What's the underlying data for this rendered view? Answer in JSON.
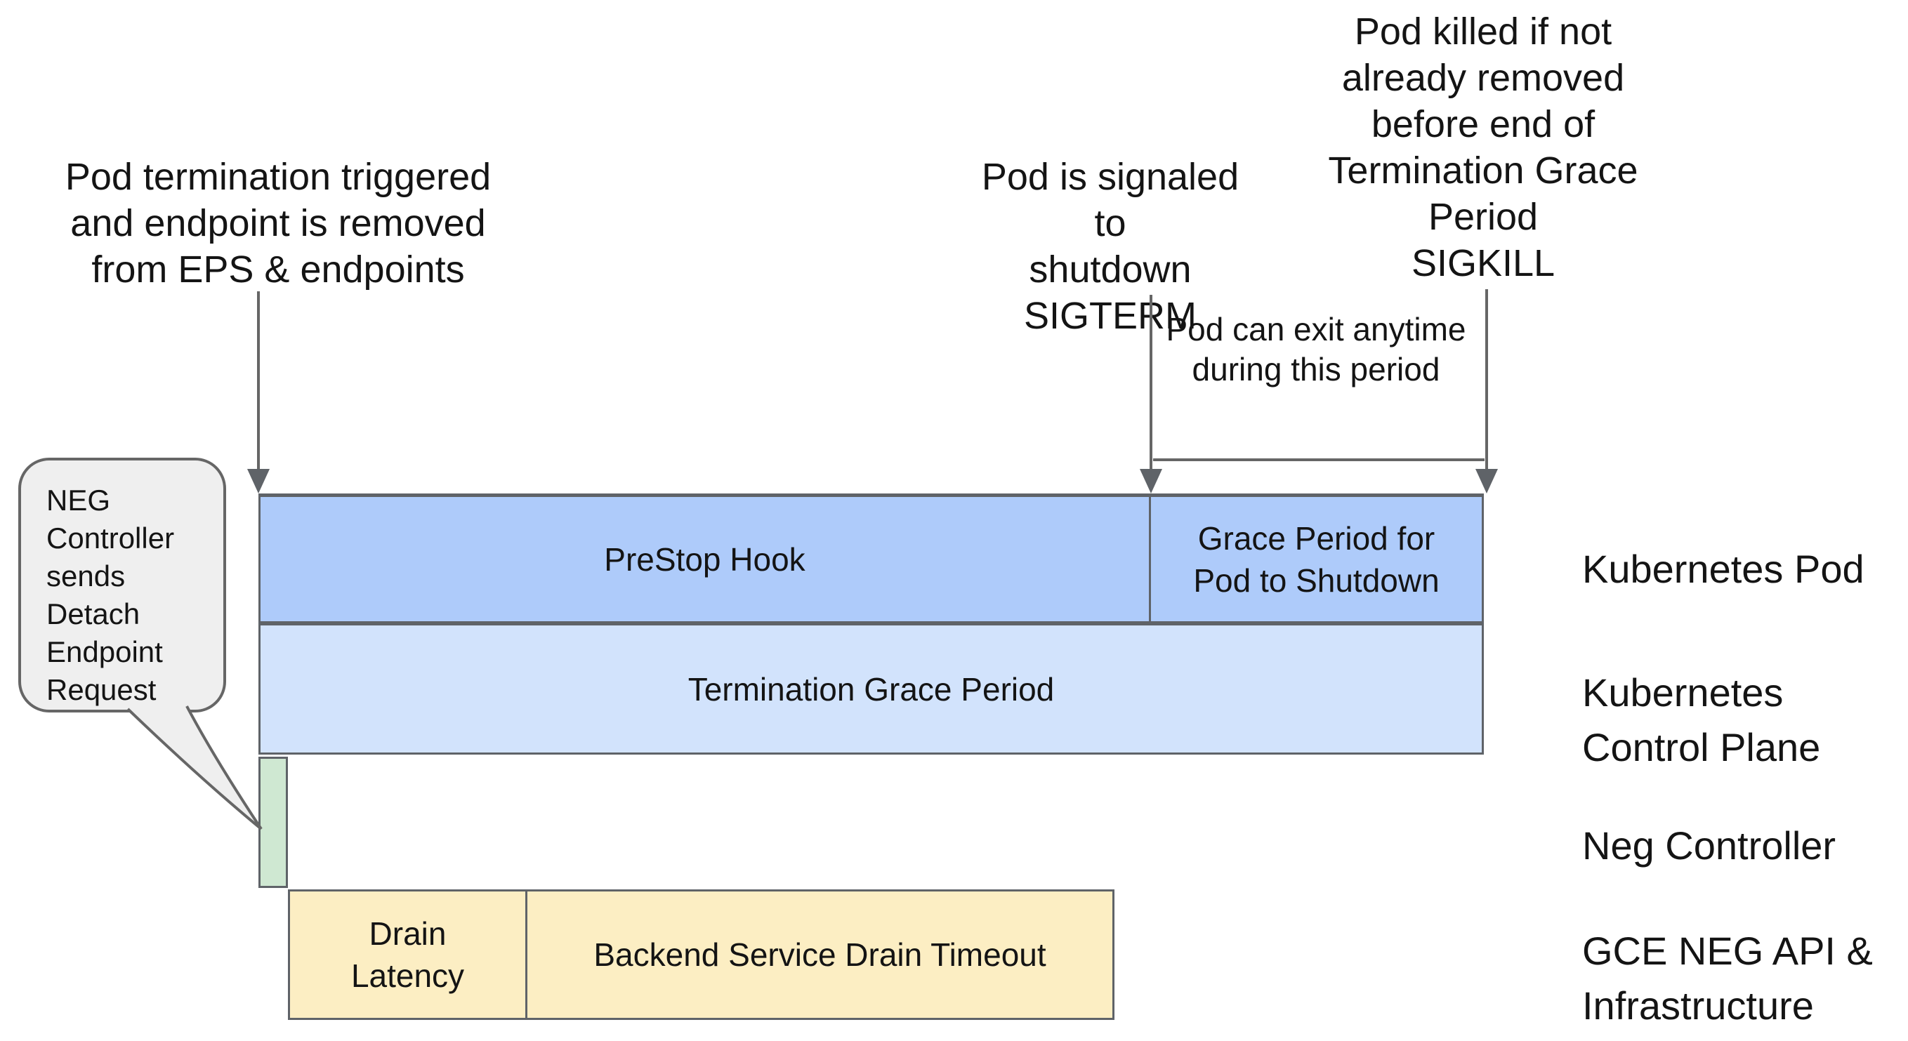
{
  "annotations": {
    "termination_trigger": "Pod termination triggered\nand endpoint is removed\nfrom EPS & endpoints",
    "sigterm": "Pod is signaled to\nshutdown\nSIGTERM",
    "sigkill": "Pod killed if not\nalready removed\nbefore end of\nTermination Grace\nPeriod\nSIGKILL",
    "exit_window": "Pod can exit anytime\nduring this period"
  },
  "speech_bubble": {
    "text": "NEG\nController\nsends\nDetach\nEndpoint\nRequest"
  },
  "timeline": {
    "prestop_hook": "PreStop Hook",
    "grace_period": "Grace Period for\nPod to Shutdown",
    "termination_grace_period": "Termination Grace Period",
    "drain_latency": "Drain\nLatency",
    "backend_drain_timeout": "Backend Service Drain Timeout"
  },
  "lane_labels": {
    "kubernetes_pod": "Kubernetes Pod",
    "kubernetes_control_plane": "Kubernetes\nControl Plane",
    "neg_controller": "Neg Controller",
    "gce_neg_api": "GCE NEG API &\nInfrastructure"
  },
  "icons": {
    "down_arrow": "arrow pointing down to timeline bar",
    "range_bracket": "horizontal span connector between SIGTERM and SIGKILL arrows",
    "callout_tail": "speech-bubble tail pointing at NEG controller bar"
  },
  "colors": {
    "bar_blue": "#aecbfa",
    "bar_light_blue": "#d2e3fc",
    "bar_green": "#cfe8d2",
    "bar_yellow": "#fceec3",
    "bubble_fill": "#efefef",
    "stroke_gray": "#5f6368",
    "arrow_gray": "#666666",
    "text_color": "#141414"
  }
}
